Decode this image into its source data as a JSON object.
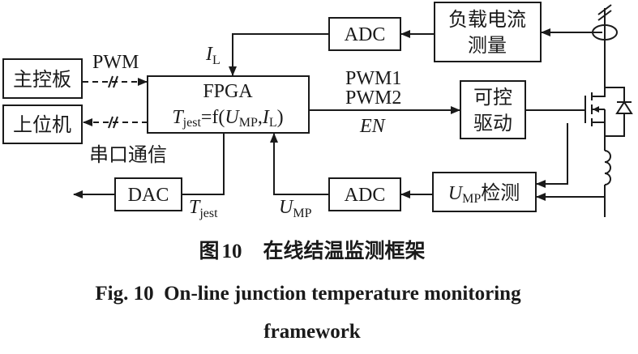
{
  "diagram": {
    "blocks": {
      "main_board": "主控板",
      "host_pc": "上位机",
      "fpga_title": "FPGA",
      "fpga_formula": {
        "t": "T",
        "t_sub": "jest",
        "eq": "=f(",
        "u": "U",
        "u_sub": "MP",
        "comma": ",",
        "i": "I",
        "i_sub": "L",
        "close": ")"
      },
      "adc_top": "ADC",
      "adc_bottom": "ADC",
      "dac": "DAC",
      "load_current_line1": "负载电流",
      "load_current_line2": "测量",
      "driver_line1": "可控",
      "driver_line2": "驱动",
      "ump_detect": {
        "u": "U",
        "sub": "MP",
        "text": "检测"
      }
    },
    "signals": {
      "pwm": "PWM",
      "serial_comm": "串口通信",
      "il": {
        "main": "I",
        "sub": "L"
      },
      "pwm1": "PWM1",
      "pwm2": "PWM2",
      "en": "EN",
      "tjest": {
        "main": "T",
        "sub": "jest"
      },
      "ump": {
        "main": "U",
        "sub": "MP"
      }
    }
  },
  "caption": {
    "cn_fig": "图",
    "cn_num": "10",
    "cn_title": "在线结温监测框架",
    "en_line1": "Fig. 10  On-line junction temperature monitoring",
    "en_line2": "framework"
  }
}
